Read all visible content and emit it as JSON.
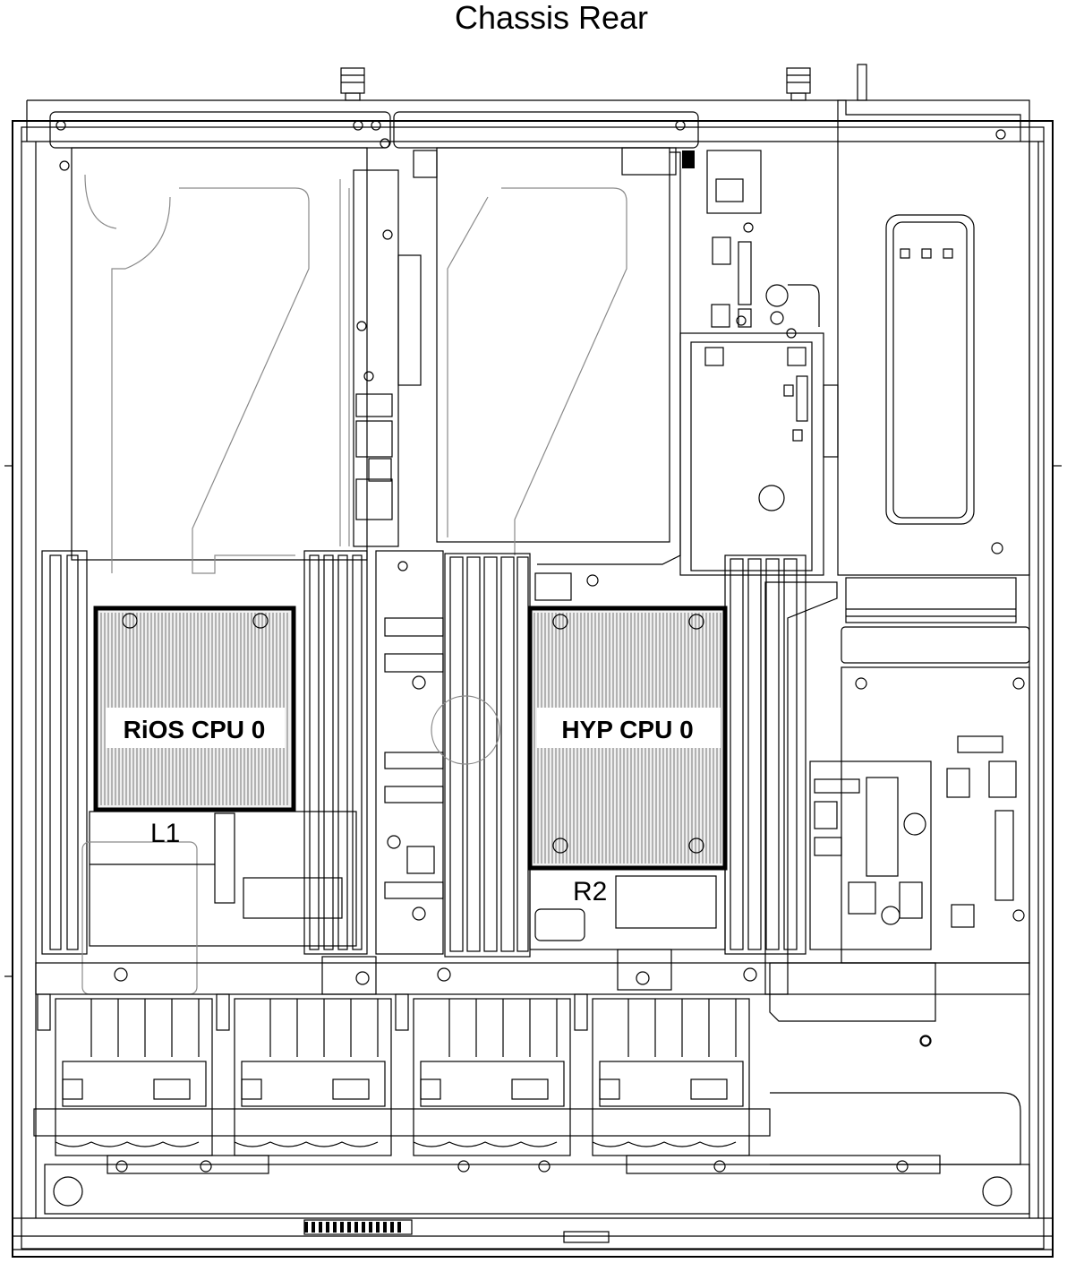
{
  "diagram": {
    "title": "Chassis Rear",
    "cpus": [
      {
        "id": "rios",
        "label": "RiOS CPU 0"
      },
      {
        "id": "hyp",
        "label": "HYP CPU 0"
      }
    ],
    "slots": [
      {
        "id": "l1",
        "label": "L1"
      },
      {
        "id": "r2",
        "label": "R2"
      }
    ]
  }
}
